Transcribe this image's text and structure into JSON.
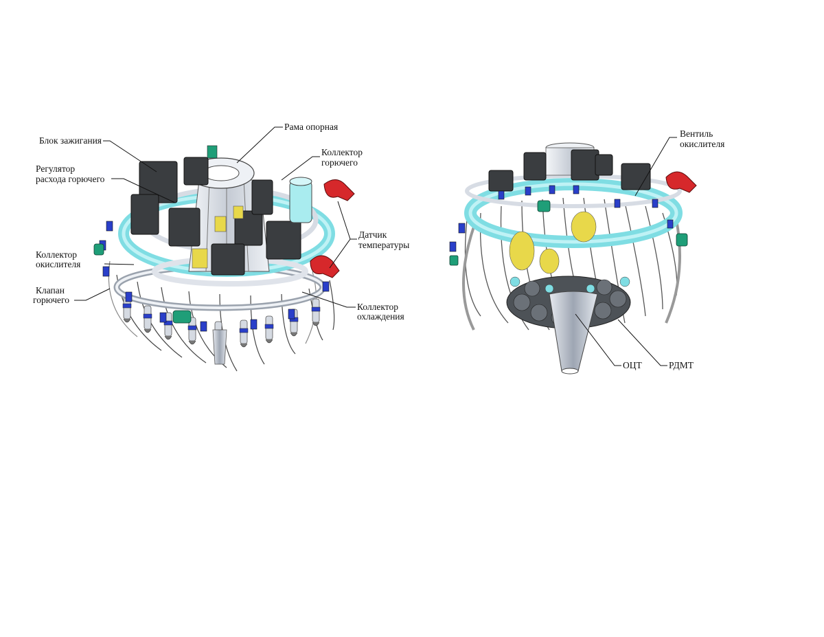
{
  "labels": {
    "rama_opornaya": "Рама опорная",
    "blok_zazhiganiya": "Блок зажигания",
    "kollektor_goryuchego_1": "Коллектор",
    "kollektor_goryuchego_2": "горючего",
    "regulyator_1": "Регулятор",
    "regulyator_2": "расхода горючего",
    "datchik_1": "Датчик",
    "datchik_2": "температуры",
    "kollektor_okislitelya_1": "Коллектор",
    "kollektor_okislitelya_2": "окислителя",
    "klapan_1": "Клапан",
    "klapan_2": "горючего",
    "kollektor_ohl_1": "Коллектор",
    "kollektor_ohl_2": "охлаждения",
    "ventil_1": "Вентиль",
    "ventil_2": "окислителя",
    "oct": "ОЦТ",
    "rdmt": "РДМТ"
  },
  "colors": {
    "ring": "#8fe3e8",
    "block": "#3a3d40",
    "pipe": "#c9ced6",
    "red": "#d6282b",
    "blue": "#2a3fc9",
    "green": "#1f9e78",
    "yellow": "#e8d84a",
    "frame": "#dfe3ea"
  }
}
